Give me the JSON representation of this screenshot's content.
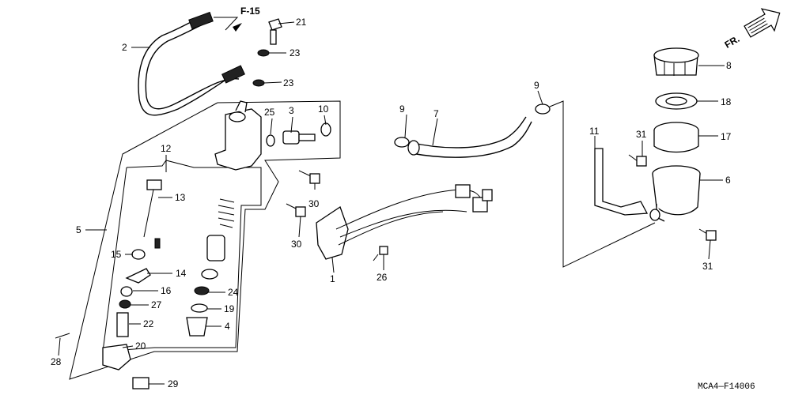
{
  "diagram": {
    "figure_code": "MCA4—F14006",
    "reference_arrow": "F-15",
    "direction_marker": "FR.",
    "part_labels": [
      "1",
      "2",
      "3",
      "4",
      "5",
      "6",
      "7",
      "8",
      "9",
      "9",
      "10",
      "11",
      "12",
      "13",
      "14",
      "15",
      "16",
      "17",
      "18",
      "19",
      "20",
      "21",
      "22",
      "23",
      "23",
      "24",
      "25",
      "26",
      "27",
      "28",
      "29",
      "30",
      "30",
      "31",
      "31"
    ]
  }
}
